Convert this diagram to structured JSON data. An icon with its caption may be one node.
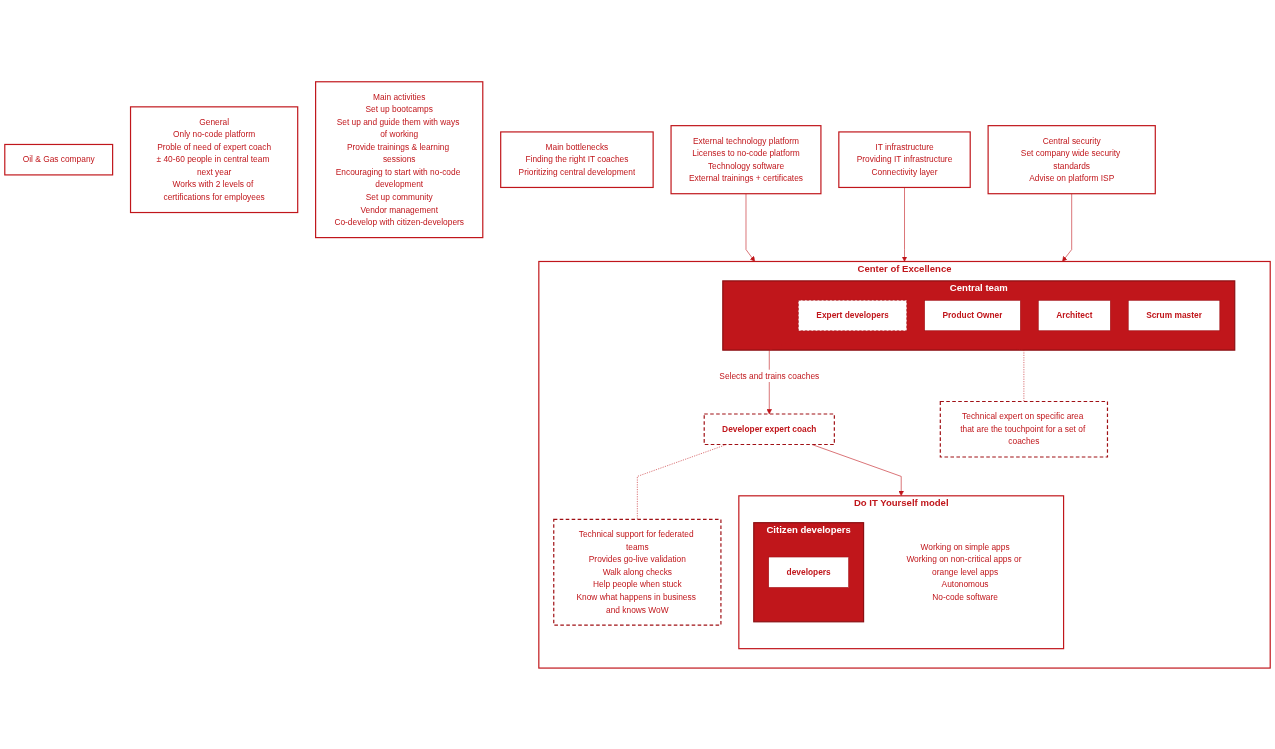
{
  "diagram": {
    "nodes": [
      {
        "text": [
          "Oil & Gas company"
        ]
      },
      {
        "text": [
          "General",
          "Only no-code platform",
          "Proble of need of expert coach",
          "± 40-60 people in central team next year",
          "Works with 2 levels of certifications for employees"
        ]
      },
      {
        "text": [
          "Main activities",
          "Set up bootcamps",
          "Set up and guide them with ways of working",
          "Provide trainings & learning sessions",
          "Encouraging to start with no-code development",
          "Set up community",
          "Vendor management",
          "Co-develop with citizen-developers"
        ]
      },
      {
        "text": [
          "Main bottlenecks",
          "Finding the right IT coaches",
          "Prioritizing central development"
        ]
      },
      {
        "text": [
          "External technology platform",
          "Licenses to no-code platform",
          "Technology software",
          "External trainings + certificates"
        ]
      },
      {
        "text": [
          "IT infrastructure",
          "Providing IT infrastructure",
          "Connectivity layer"
        ]
      },
      {
        "text": [
          "Central security",
          "Set company wide security standards",
          "Advise on platform ISP"
        ]
      },
      {
        "text": [
          "Center of Excellence"
        ]
      },
      {
        "text": [
          "Central team"
        ],
        "in": 7
      },
      {
        "text": [
          "Product Owner"
        ],
        "in": 8
      },
      {
        "text": [
          "Expert developers"
        ],
        "in": 8
      },
      {
        "text": [
          "Architect"
        ],
        "in": 8
      },
      {
        "text": [
          "Scrum master"
        ],
        "in": 8
      },
      {
        "text": [
          "Technical expert on specific area that are the touchpoint for a set of coaches"
        ],
        "in": 7
      },
      {
        "text": [
          "Developer expert coach"
        ],
        "in": 7
      },
      {
        "text": [
          "Technical support for federated teams",
          "Provides go-live validation",
          "Walk along checks",
          "Help people when stuck",
          "Know what happens in business and knows WoW"
        ],
        "in": 7
      },
      {
        "text": [
          "Do IT Yourself model",
          "Working on simple apps",
          "Working on non-critical apps or orange level apps",
          "Autonomous",
          "No-code software"
        ],
        "in": 7
      },
      {
        "text": [
          "Citizen developers"
        ],
        "in": 16
      },
      {
        "text": [
          "developers"
        ],
        "in": 17
      }
    ],
    "edges": [
      {
        "from": 4,
        "to": 7,
        "arrow": "to"
      },
      {
        "from": 5,
        "to": 7,
        "arrow": "to"
      },
      {
        "from": 6,
        "to": 7,
        "arrow": "to"
      },
      {
        "from": 10,
        "to": 14,
        "arrow": "to",
        "label": "Selects and trains coaches"
      },
      {
        "from": 10,
        "to": 13,
        "arrow": "none",
        "style": "dashed"
      },
      {
        "from": 14,
        "to": 15,
        "arrow": "none",
        "style": "dashed"
      },
      {
        "from": 14,
        "to": 16,
        "arrow": "to"
      }
    ]
  }
}
